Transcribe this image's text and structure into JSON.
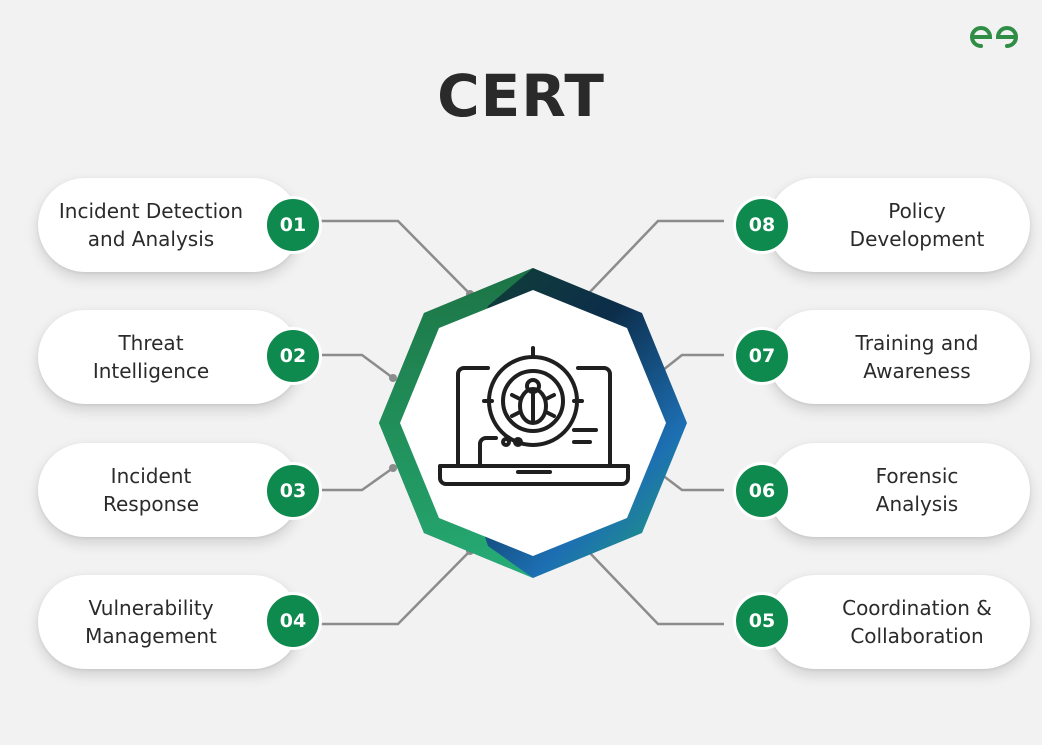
{
  "title": "CERT",
  "logo": "GfG",
  "icon": "laptop-bug-icon",
  "colors": {
    "badge": "#0f8a4f",
    "ring_dark_green": "#134a2c",
    "ring_green": "#1fa86a",
    "ring_navy": "#0c2d4a",
    "ring_blue": "#1d6fb3",
    "connector": "#8c8c8c"
  },
  "items": [
    {
      "num": "01",
      "label": "Incident Detection\nand Analysis"
    },
    {
      "num": "02",
      "label": "Threat\nIntelligence"
    },
    {
      "num": "03",
      "label": "Incident\nResponse"
    },
    {
      "num": "04",
      "label": "Vulnerability\nManagement"
    },
    {
      "num": "05",
      "label": "Coordination &\nCollaboration"
    },
    {
      "num": "06",
      "label": "Forensic\nAnalysis"
    },
    {
      "num": "07",
      "label": "Training and\nAwareness"
    },
    {
      "num": "08",
      "label": "Policy\nDevelopment"
    }
  ]
}
